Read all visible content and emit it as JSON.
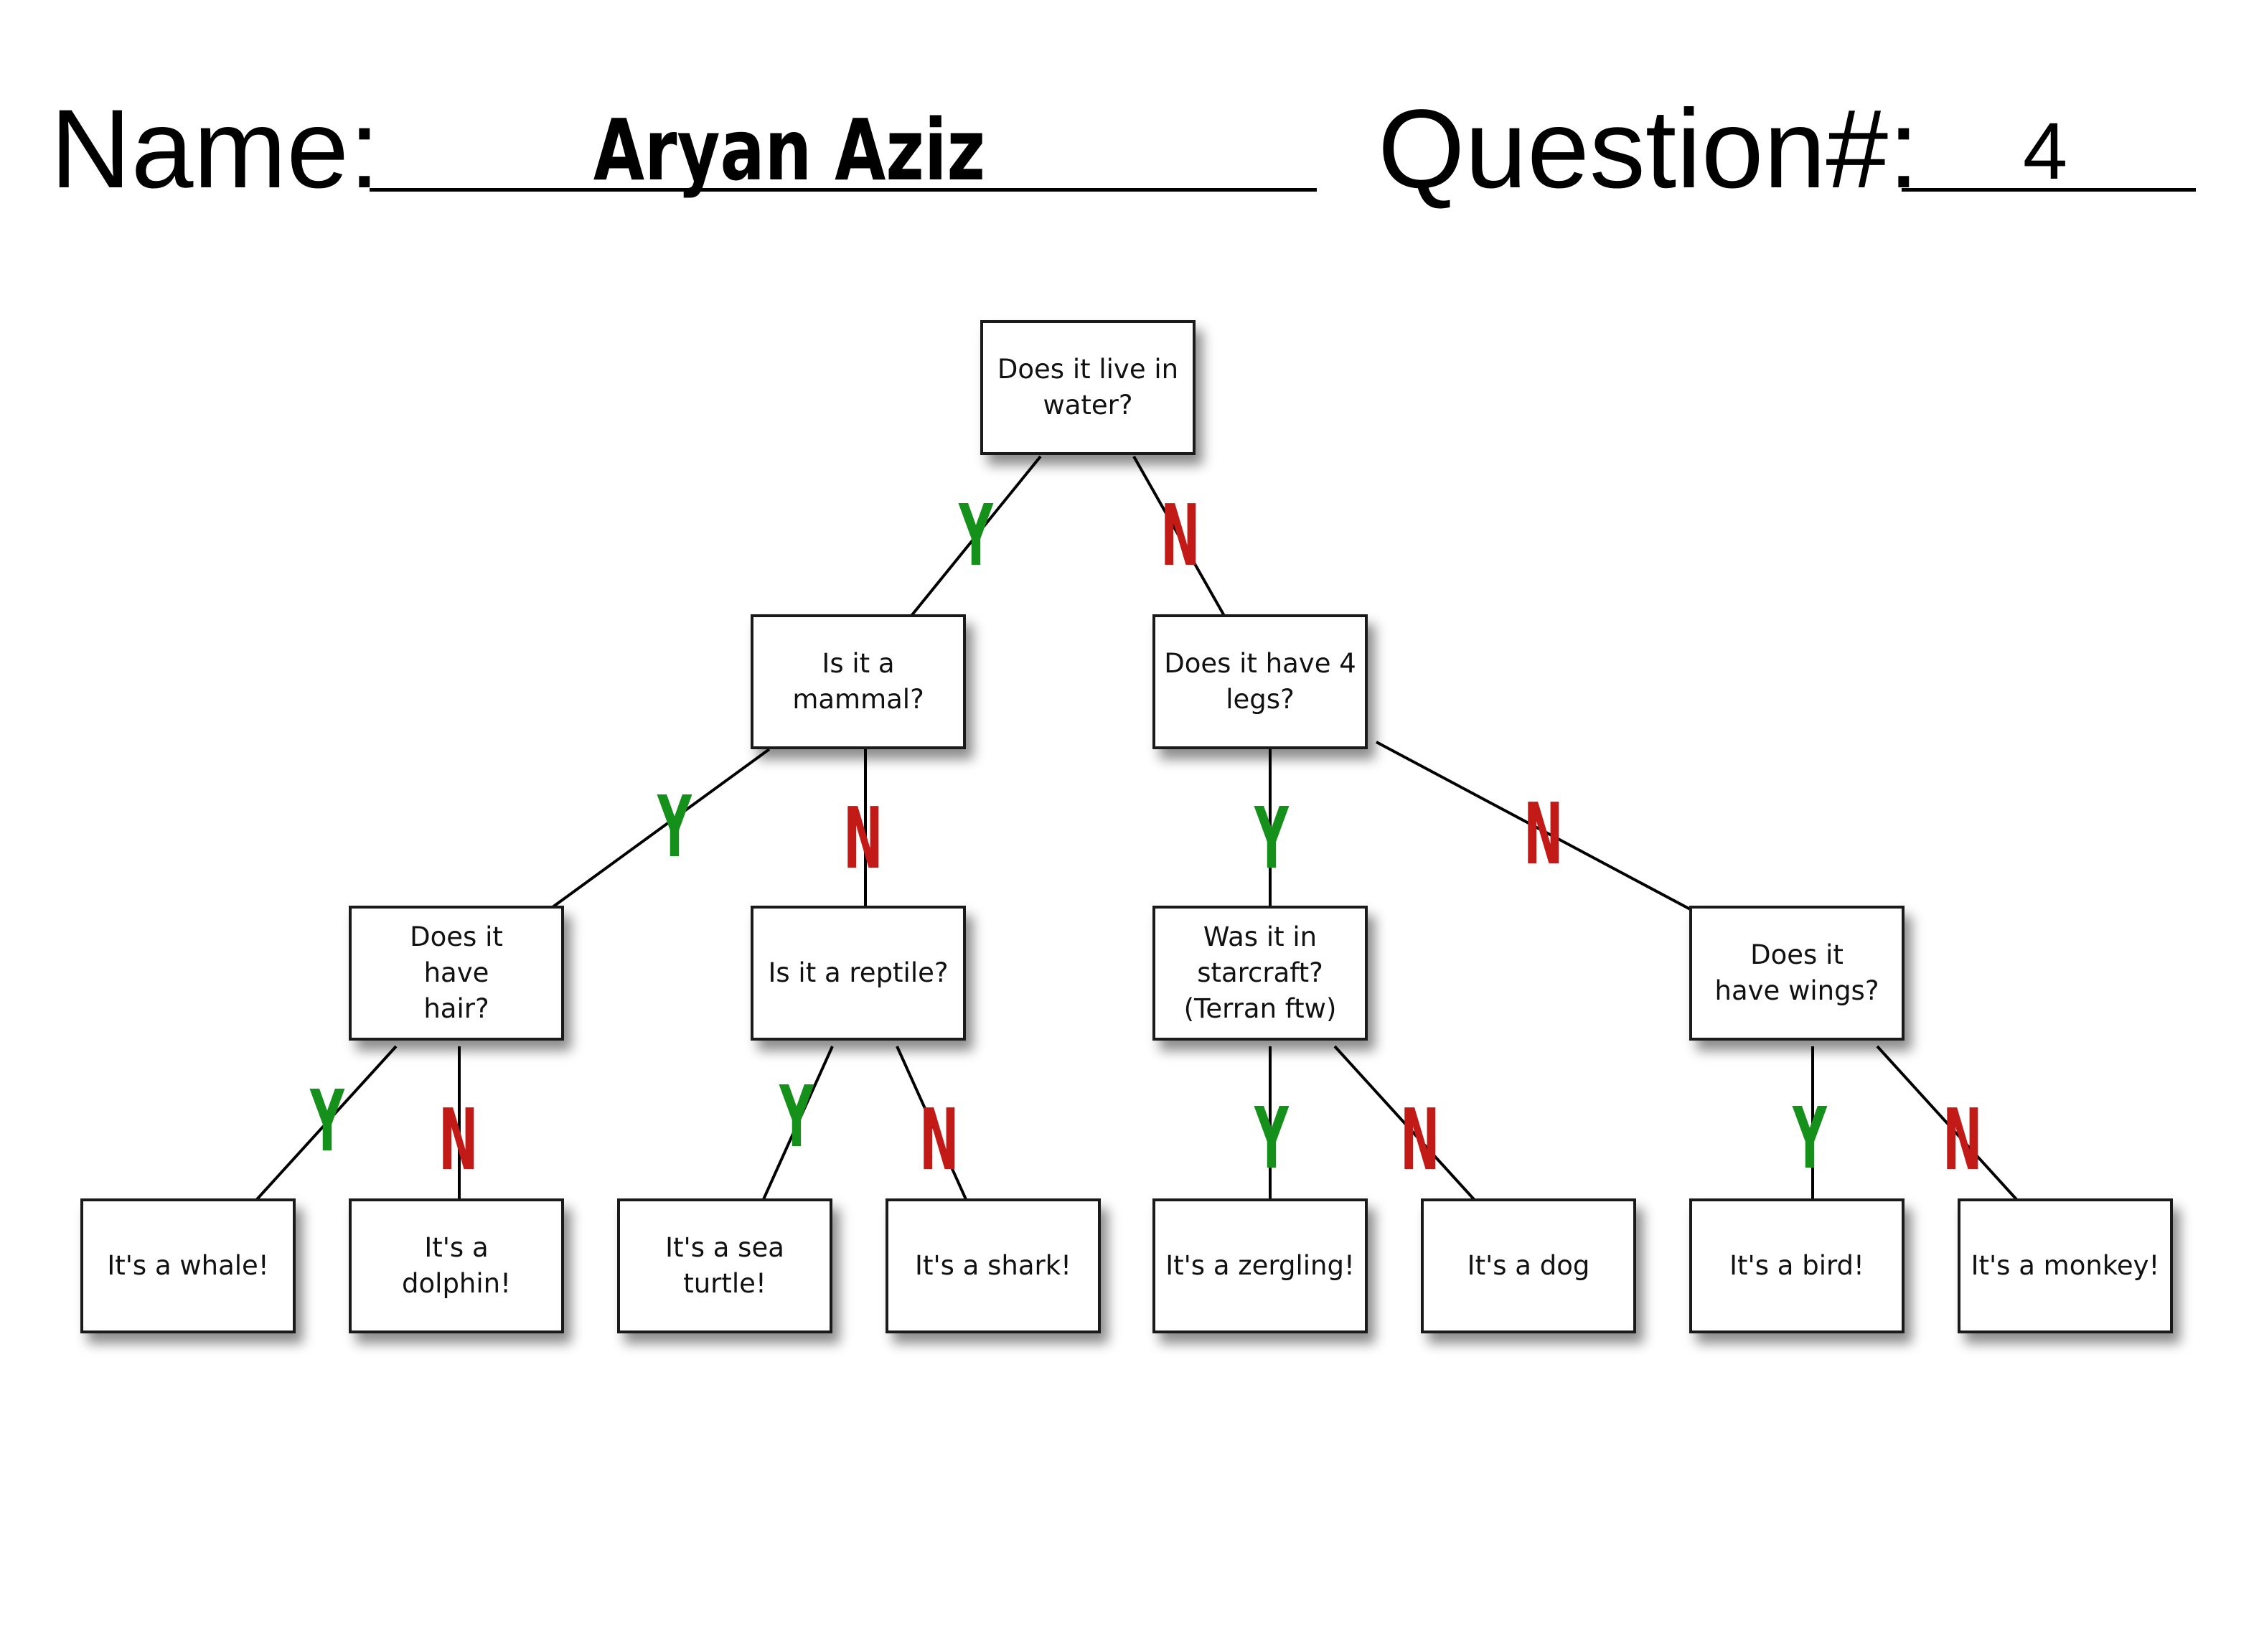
{
  "header": {
    "name_label": "Name:",
    "name_value": "Aryan Aziz",
    "question_label": "Question#:",
    "question_value": "4"
  },
  "colors": {
    "yes": "#15901a",
    "no": "#c21a17",
    "box_border": "#1a1a1a",
    "line": "#000000"
  },
  "edge_labels": {
    "yes": "Y",
    "no": "N"
  },
  "nodes": {
    "root": "Does it live in water?",
    "mammal": "Is it a mammal?",
    "four_legs": "Does it have 4 legs?",
    "hair": "Does it have hair?",
    "reptile": "Is it a reptile?",
    "starcraft": "Was it in starcraft? (Terran ftw)",
    "wings": "Does it have wings?",
    "whale": "It's a whale!",
    "dolphin": "It's a dolphin!",
    "sea_turtle": "It's a sea turtle!",
    "shark": "It's a shark!",
    "zergling": "It's a zergling!",
    "dog": "It's a dog",
    "bird": "It's a bird!",
    "monkey": "It's a monkey!"
  }
}
